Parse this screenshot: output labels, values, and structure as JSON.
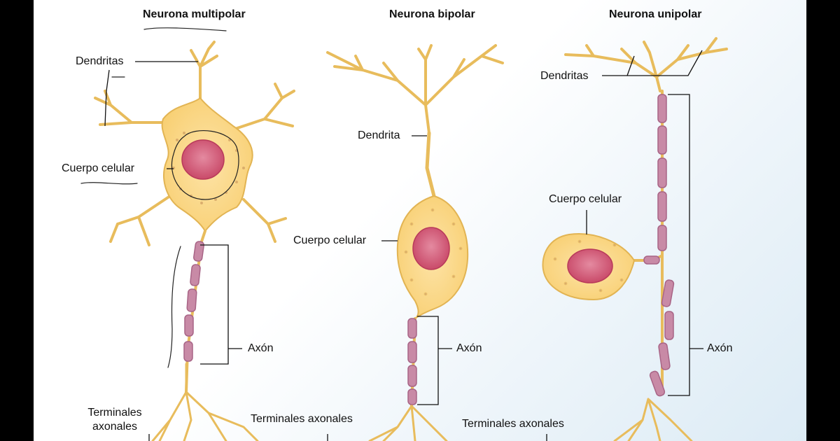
{
  "neurons": {
    "multipolar": {
      "title": "Neurona multipolar",
      "dendrites": "Dendritas",
      "cell_body": "Cuerpo celular",
      "axon": "Axón",
      "terminals_line1": "Terminales",
      "terminals_line2": "axonales"
    },
    "bipolar": {
      "title": "Neurona bipolar",
      "dendrite": "Dendrita",
      "cell_body": "Cuerpo celular",
      "axon": "Axón",
      "terminals": "Terminales axonales"
    },
    "unipolar": {
      "title": "Neurona unipolar",
      "dendrites": "Dendritas",
      "cell_body": "Cuerpo celular",
      "axon": "Axón",
      "terminals": "Terminales axonales"
    }
  },
  "colors": {
    "cell_fill": "#fbd98a",
    "cell_stroke": "#e2b453",
    "nucleus": "#d6607a",
    "myelin": "#c88aa6",
    "line": "#111111"
  }
}
